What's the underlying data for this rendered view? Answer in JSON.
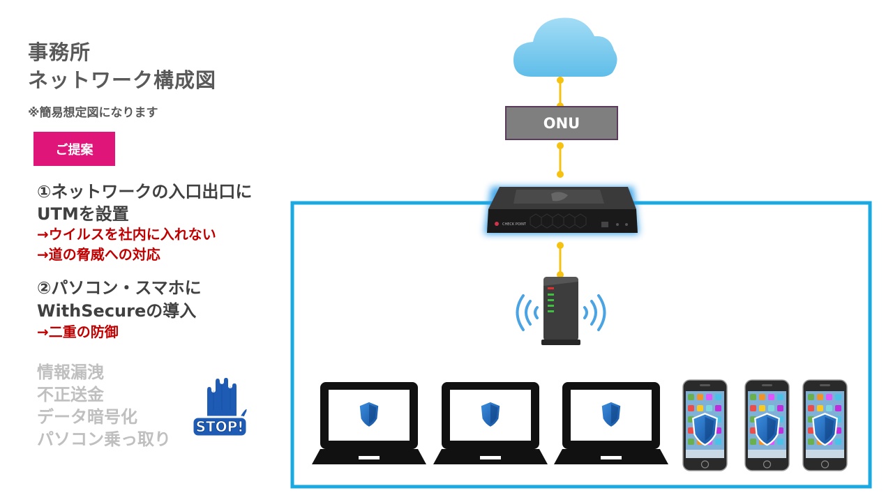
{
  "title": {
    "line1": "事務所",
    "line2": "ネットワーク構成図"
  },
  "note": "※簡易想定図になります",
  "badge": "ご提案",
  "proposal1": {
    "line1": "①ネットワークの入口出口に",
    "line2": "UTMを設置",
    "benefit1": "→ウイルスを社内に入れない",
    "benefit2": "→道の脅威への対応"
  },
  "proposal2": {
    "line1": "②パソコン・スマホに",
    "line2": "WithSecureの導入",
    "benefit1": "→二重の防御"
  },
  "threats": [
    "情報漏洩",
    "不正送金",
    "データ暗号化",
    "パソコン乗っ取り"
  ],
  "stop_sign": "STOP!",
  "diagram": {
    "onu_label": "ONU",
    "utm_brand": "CHECK POINT",
    "nodes": [
      "cloud-icon",
      "onu",
      "utm-appliance",
      "wifi-router",
      "laptop x3",
      "smartphone x3"
    ],
    "colors": {
      "connector": "#f5c211",
      "lan_border": "#1ba9e1",
      "badge": "#e0157a",
      "benefit_text": "#c00000",
      "threat_text": "#bfbfbf",
      "shield": "#1f6fc4"
    }
  }
}
